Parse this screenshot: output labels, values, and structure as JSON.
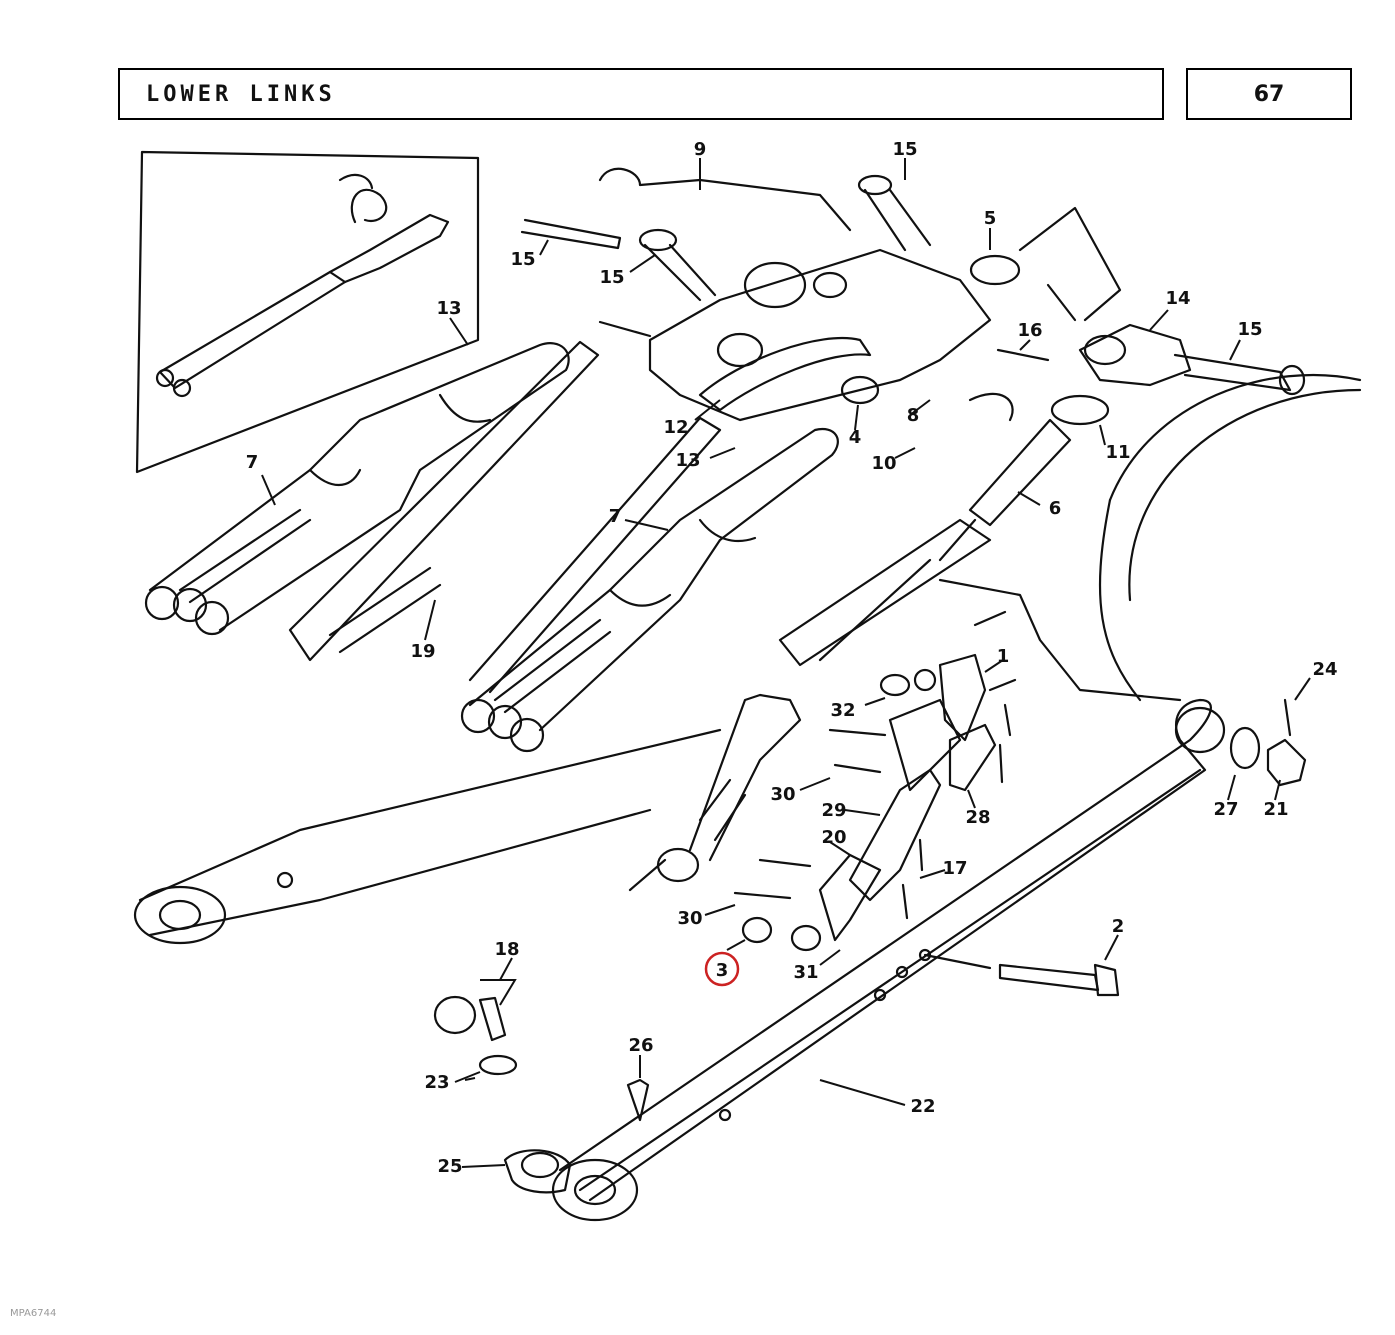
{
  "header": {
    "title": "LOWER LINKS",
    "page_number": "67"
  },
  "callouts": [
    "1",
    "2",
    "3",
    "4",
    "5",
    "6",
    "7",
    "7",
    "8",
    "9",
    "10",
    "11",
    "12",
    "13",
    "13",
    "14",
    "15",
    "15",
    "15",
    "15",
    "16",
    "17",
    "18",
    "19",
    "20",
    "21",
    "22",
    "23",
    "24",
    "25",
    "26",
    "27",
    "28",
    "29",
    "30",
    "30",
    "31",
    "32"
  ],
  "highlighted_callout": "3",
  "highlight_color": "#cc2222",
  "image_ref": "MPA6744"
}
